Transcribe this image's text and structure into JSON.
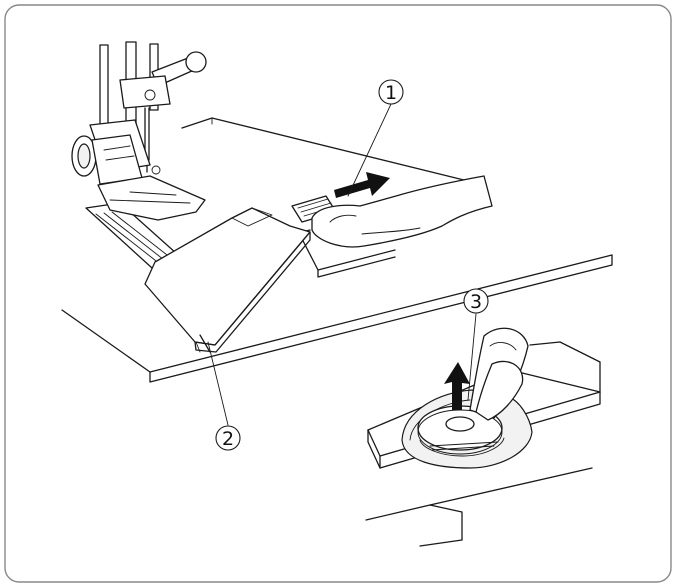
{
  "callouts": [
    {
      "id": "release-button",
      "label": "1"
    },
    {
      "id": "bobbin-cover-plate",
      "label": "2"
    },
    {
      "id": "bobbin",
      "label": "3"
    }
  ],
  "colors": {
    "line": "#1a1a1a",
    "frame": "#888888",
    "background": "#ffffff"
  }
}
